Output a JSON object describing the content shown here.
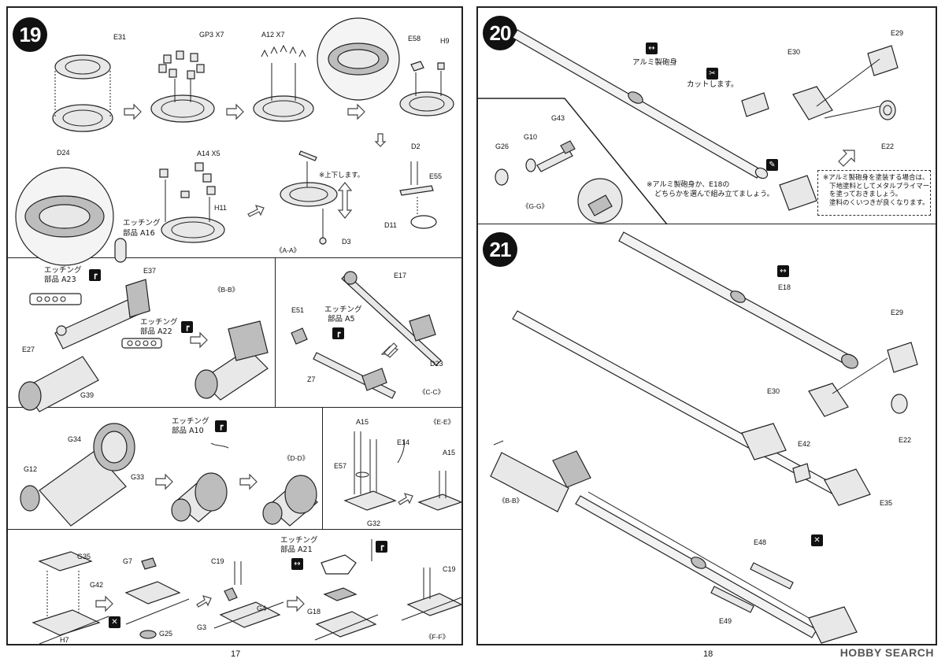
{
  "step19": {
    "number": "19",
    "labels": {
      "e31": "E31",
      "d24": "D24",
      "gp3": "GP3 X7",
      "a12": "A12 X7",
      "e58": "E58",
      "h9": "H9",
      "a14": "A14 X5",
      "h11": "H11",
      "d2": "D2",
      "e55": "E55",
      "d11": "D11",
      "d3": "D3"
    },
    "note_updown": "※上下します。",
    "etching_label": "エッチング",
    "etching_part": "部品 A16",
    "section_aa": "《A-A》"
  },
  "panel_bb": {
    "etch1_label": "エッチング",
    "etch1_part": "部品 A23",
    "etch2_label": "エッチング",
    "etch2_part": "部品 A22",
    "e37": "E37",
    "e27": "E27",
    "g39": "G39",
    "section": "《B-B》"
  },
  "panel_cc": {
    "e17": "E17",
    "e51": "E51",
    "etch_label": "エッチング",
    "etch_part": "部品 A5",
    "z7": "Z7",
    "d23": "D23",
    "section": "《C-C》"
  },
  "panel_dd": {
    "etch_label": "エッチング",
    "etch_part": "部品 A10",
    "g34": "G34",
    "g12": "G12",
    "g33": "G33",
    "section": "《D-D》"
  },
  "panel_ee": {
    "section": "《E-E》",
    "a15a": "A15",
    "e14": "E14",
    "e57": "E57",
    "g32": "G32",
    "a15b": "A15"
  },
  "panel_ff": {
    "g35": "G35",
    "g42": "G42",
    "h7": "H7",
    "g7": "G7",
    "g25": "G25",
    "c19a": "C19",
    "g3": "G3",
    "g4": "G4",
    "etch_label": "エッチング",
    "etch_part": "部品 A21",
    "g18": "G18",
    "c19b": "C19",
    "section": "《F-F》"
  },
  "page_left_number": "17",
  "step20": {
    "number": "20",
    "alu_barrel": "アルミ製砲身",
    "cut": "カットします。",
    "e30": "E30",
    "e29": "E29",
    "e22": "E22",
    "g43": "G43",
    "g10": "G10",
    "g26": "G26",
    "section_gg": "《G-G》",
    "choose_note_line1": "※アルミ製砲身か、E18の",
    "choose_note_line2": "どちらかを選んで組み立てましょう。",
    "paint_note_line1": "※アルミ製砲身を塗装する場合は、",
    "paint_note_line2": "下地塗料としてメタルプライマー",
    "paint_note_line3": "を塗っておきましょう。",
    "paint_note_line4": "塗料のくいつきが良くなります。"
  },
  "step21": {
    "number": "21",
    "e18": "E18",
    "e29": "E29",
    "e30": "E30",
    "e22": "E22",
    "e42": "E42",
    "e35": "E35",
    "e48": "E48",
    "e49": "E49",
    "section_bb": "《B-B》"
  },
  "page_right_number": "18",
  "watermark": "HOBBY SEARCH",
  "icons": [
    "step-badge-icon",
    "cut-icon",
    "swap-icon",
    "etching-tool-icon",
    "do-not-glue-icon",
    "hint-icon"
  ]
}
